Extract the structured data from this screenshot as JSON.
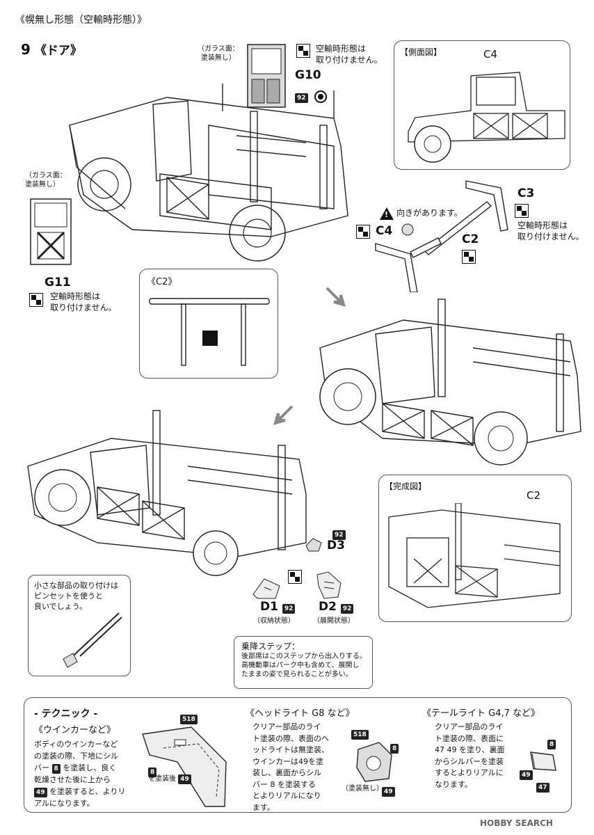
{
  "header": {
    "title": "《幌無し形態（空輸時形態）》",
    "step_number": "9",
    "step_title": "《ドア》"
  },
  "top_door": {
    "note": "（ガラス面：\n塗装無し）",
    "part_id": "G10",
    "paint_chip": "92",
    "airlift_note": "空輸時形態は\n取り付けません。"
  },
  "side_view": {
    "label": "【側面図】",
    "part_id": "C4"
  },
  "left_door": {
    "note": "（ガラス面：\n塗装無し）",
    "part_id": "G11",
    "airlift_note": "空輸時形態は\n取り付けません。"
  },
  "bar_parts": {
    "c3_id": "C3",
    "c3_note": "空輸時形態は\n取り付けません。",
    "c4_id": "C4",
    "c2_id": "C2",
    "direction_warning": "向きがあります。"
  },
  "c2_detail": {
    "label": "《C2》"
  },
  "complete_view": {
    "label": "【完成図】",
    "part_id": "C2"
  },
  "step_parts": {
    "d3_id": "D3",
    "d3_chip": "92",
    "d1_id": "D1",
    "d1_chip": "92",
    "d1_state": "（収納状態）",
    "d2_id": "D2",
    "d2_chip": "92",
    "d2_state": "（展開状態）"
  },
  "tweezer_tip": {
    "text": "小さな部品の取り付けは\nピンセットを使うと\n良いでしょう。"
  },
  "step_note": {
    "title": "乗降ステップ：",
    "body": "後部席はこのステップから出入りする。\n高機動車はパーク中も含めて、展開し\nたままの姿で見られることが多い。"
  },
  "technique": {
    "heading": "- テクニック -",
    "blinker_title": "《ウインカーなど》",
    "blinker_text_1": "ボディのウインカーなど\nの塗装の際、下地にシル\nバー",
    "blinker_chip_8": "8",
    "blinker_text_2": "を塗装し、良く\n乾燥させた後に上から",
    "blinker_chip_49": "49",
    "blinker_text_3": "を塗装すると、よりリ\nアルになります。",
    "blinker_fig_chip_518": "518",
    "blinker_fig_chip_8": "8",
    "blinker_fig_after": "を塗装後",
    "blinker_fig_chip_49": "49",
    "headlight_title": "《ヘッドライト G8 など》",
    "headlight_text": "クリアー部品のライ\nト塗装の際、表面のヘ\nッドライトは無塗装、\nウインカーは49を塗\n装し、裏面からシル\nバー 8 を塗装する\nとよりリアルになり\nます。",
    "headlight_chip_518": "518",
    "headlight_chip_8": "8",
    "headlight_chip_49": "49",
    "headlight_unpainted": "（塗装無し）",
    "taillight_title": "《テールライト G4,7 など》",
    "taillight_text": "クリアー部品のライ\nト塗装の際、表面に\n47 49 を塗り、裏面\nからシルバーを塗装\nするとよりリアルに\nなります。",
    "taillight_chip_8": "8",
    "taillight_chip_49": "49",
    "taillight_chip_47": "47"
  },
  "watermark": "HOBBY SEARCH"
}
